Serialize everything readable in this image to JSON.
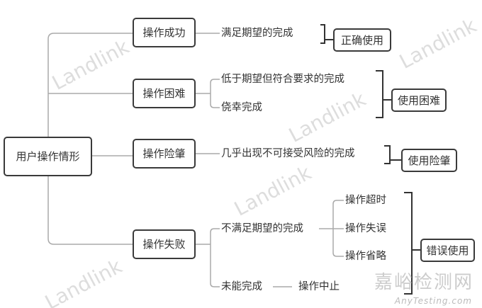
{
  "root": "用户操作情形",
  "branches": [
    {
      "label": "操作成功",
      "outcomes": [
        "满足期望的完成"
      ],
      "result": "正确使用"
    },
    {
      "label": "操作困难",
      "outcomes": [
        "低于期望但符合要求的完成",
        "侥幸完成"
      ],
      "result": "使用困难"
    },
    {
      "label": "操作险肇",
      "outcomes": [
        "几乎出现不可接受风险的完成"
      ],
      "result": "使用险肇"
    },
    {
      "label": "操作失败",
      "outcomes": [
        "不满足期望的完成",
        "未能完成"
      ],
      "sub_outcomes": [
        "操作超时",
        "操作失误",
        "操作省略"
      ],
      "abort": "操作中止",
      "result": "错误使用"
    }
  ],
  "watermark": "Landlink",
  "brand": {
    "cn": "嘉峪检测网",
    "en": "AnyTesting.com"
  }
}
